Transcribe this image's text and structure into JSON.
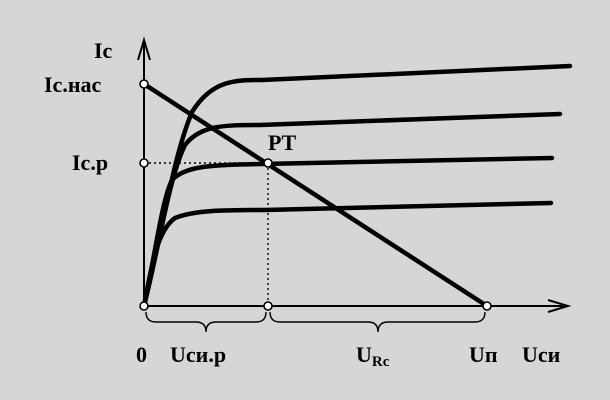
{
  "diagram": {
    "y_axis_label": "Ic",
    "x_axis_label": "Uси",
    "origin_label": "0",
    "ic_sat_label": "Ic.нас",
    "ic_op_label": "Ic.p",
    "operating_point_label": "PT",
    "uds_op_label": "Uси.р",
    "urc_label_main": "U",
    "urc_label_sub": "Rc",
    "supply_label": "Uп",
    "background_color": "#d6d6d6",
    "line_color": "#000000"
  }
}
